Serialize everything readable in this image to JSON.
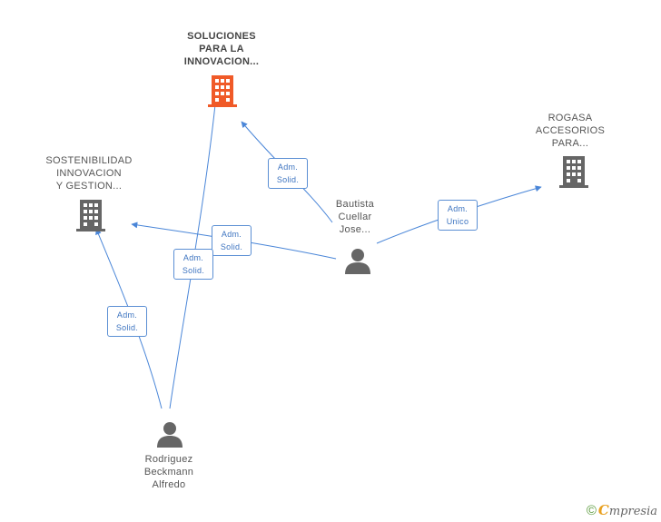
{
  "nodes": {
    "soluciones": {
      "lines": [
        "SOLUCIONES",
        "PARA LA",
        "INNOVACION..."
      ],
      "kind": "company",
      "color": "#f05a28"
    },
    "sostenibilidad": {
      "lines": [
        "SOSTENIBILIDAD",
        "INNOVACION",
        "Y GESTION..."
      ],
      "kind": "company",
      "color": "#666666"
    },
    "rogasa": {
      "lines": [
        "ROGASA",
        "ACCESORIOS",
        "PARA..."
      ],
      "kind": "company",
      "color": "#666666"
    },
    "bautista": {
      "lines": [
        "Bautista",
        "Cuellar",
        "Jose..."
      ],
      "kind": "person",
      "color": "#666666"
    },
    "rodriguez": {
      "lines": [
        "Rodriguez",
        "Beckmann",
        "Alfredo"
      ],
      "kind": "person",
      "color": "#666666"
    }
  },
  "edges": [
    {
      "id": "bautista-soluciones",
      "label": [
        "Adm.",
        "Solid."
      ]
    },
    {
      "id": "bautista-sostenibilidad",
      "label": [
        "Adm.",
        "Solid."
      ]
    },
    {
      "id": "bautista-rogasa",
      "label": [
        "Adm.",
        "Unico"
      ]
    },
    {
      "id": "rodriguez-soluciones",
      "label": [
        "Adm.",
        "Solid."
      ]
    },
    {
      "id": "rodriguez-sostenibilidad",
      "label": [
        "Adm.",
        "Solid."
      ]
    }
  ],
  "footer": {
    "copyright": "©",
    "brand_first": "C",
    "brand_rest": "mpresia"
  },
  "colors": {
    "edge": "#4a86d8",
    "edge_label_border": "#5b8fd4"
  }
}
